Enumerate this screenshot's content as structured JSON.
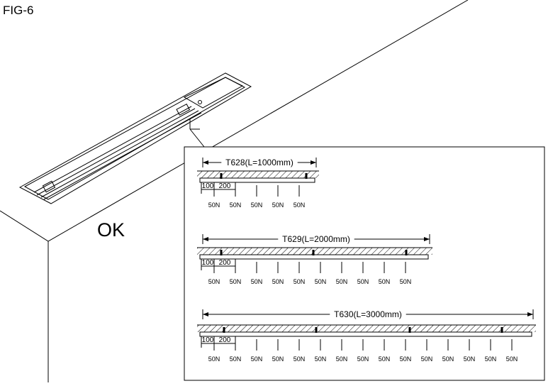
{
  "figure_label": "FIG-6",
  "status_label": "OK",
  "colors": {
    "line": "#000000",
    "background": "#ffffff"
  },
  "details": [
    {
      "label": "T628(L=1000mm)",
      "dimensions": [
        "100",
        "200"
      ],
      "loads": [
        "50N",
        "50N",
        "50N",
        "50N",
        "50N"
      ]
    },
    {
      "label": "T629(L=2000mm)",
      "dimensions": [
        "100",
        "200"
      ],
      "loads": [
        "50N",
        "50N",
        "50N",
        "50N",
        "50N",
        "50N",
        "50N",
        "50N",
        "50N",
        "50N"
      ]
    },
    {
      "label": "T630(L=3000mm)",
      "dimensions": [
        "100",
        "200"
      ],
      "loads": [
        "50N",
        "50N",
        "50N",
        "50N",
        "50N",
        "50N",
        "50N",
        "50N",
        "50N",
        "50N",
        "50N",
        "50N",
        "50N",
        "50N",
        "50N"
      ]
    }
  ]
}
